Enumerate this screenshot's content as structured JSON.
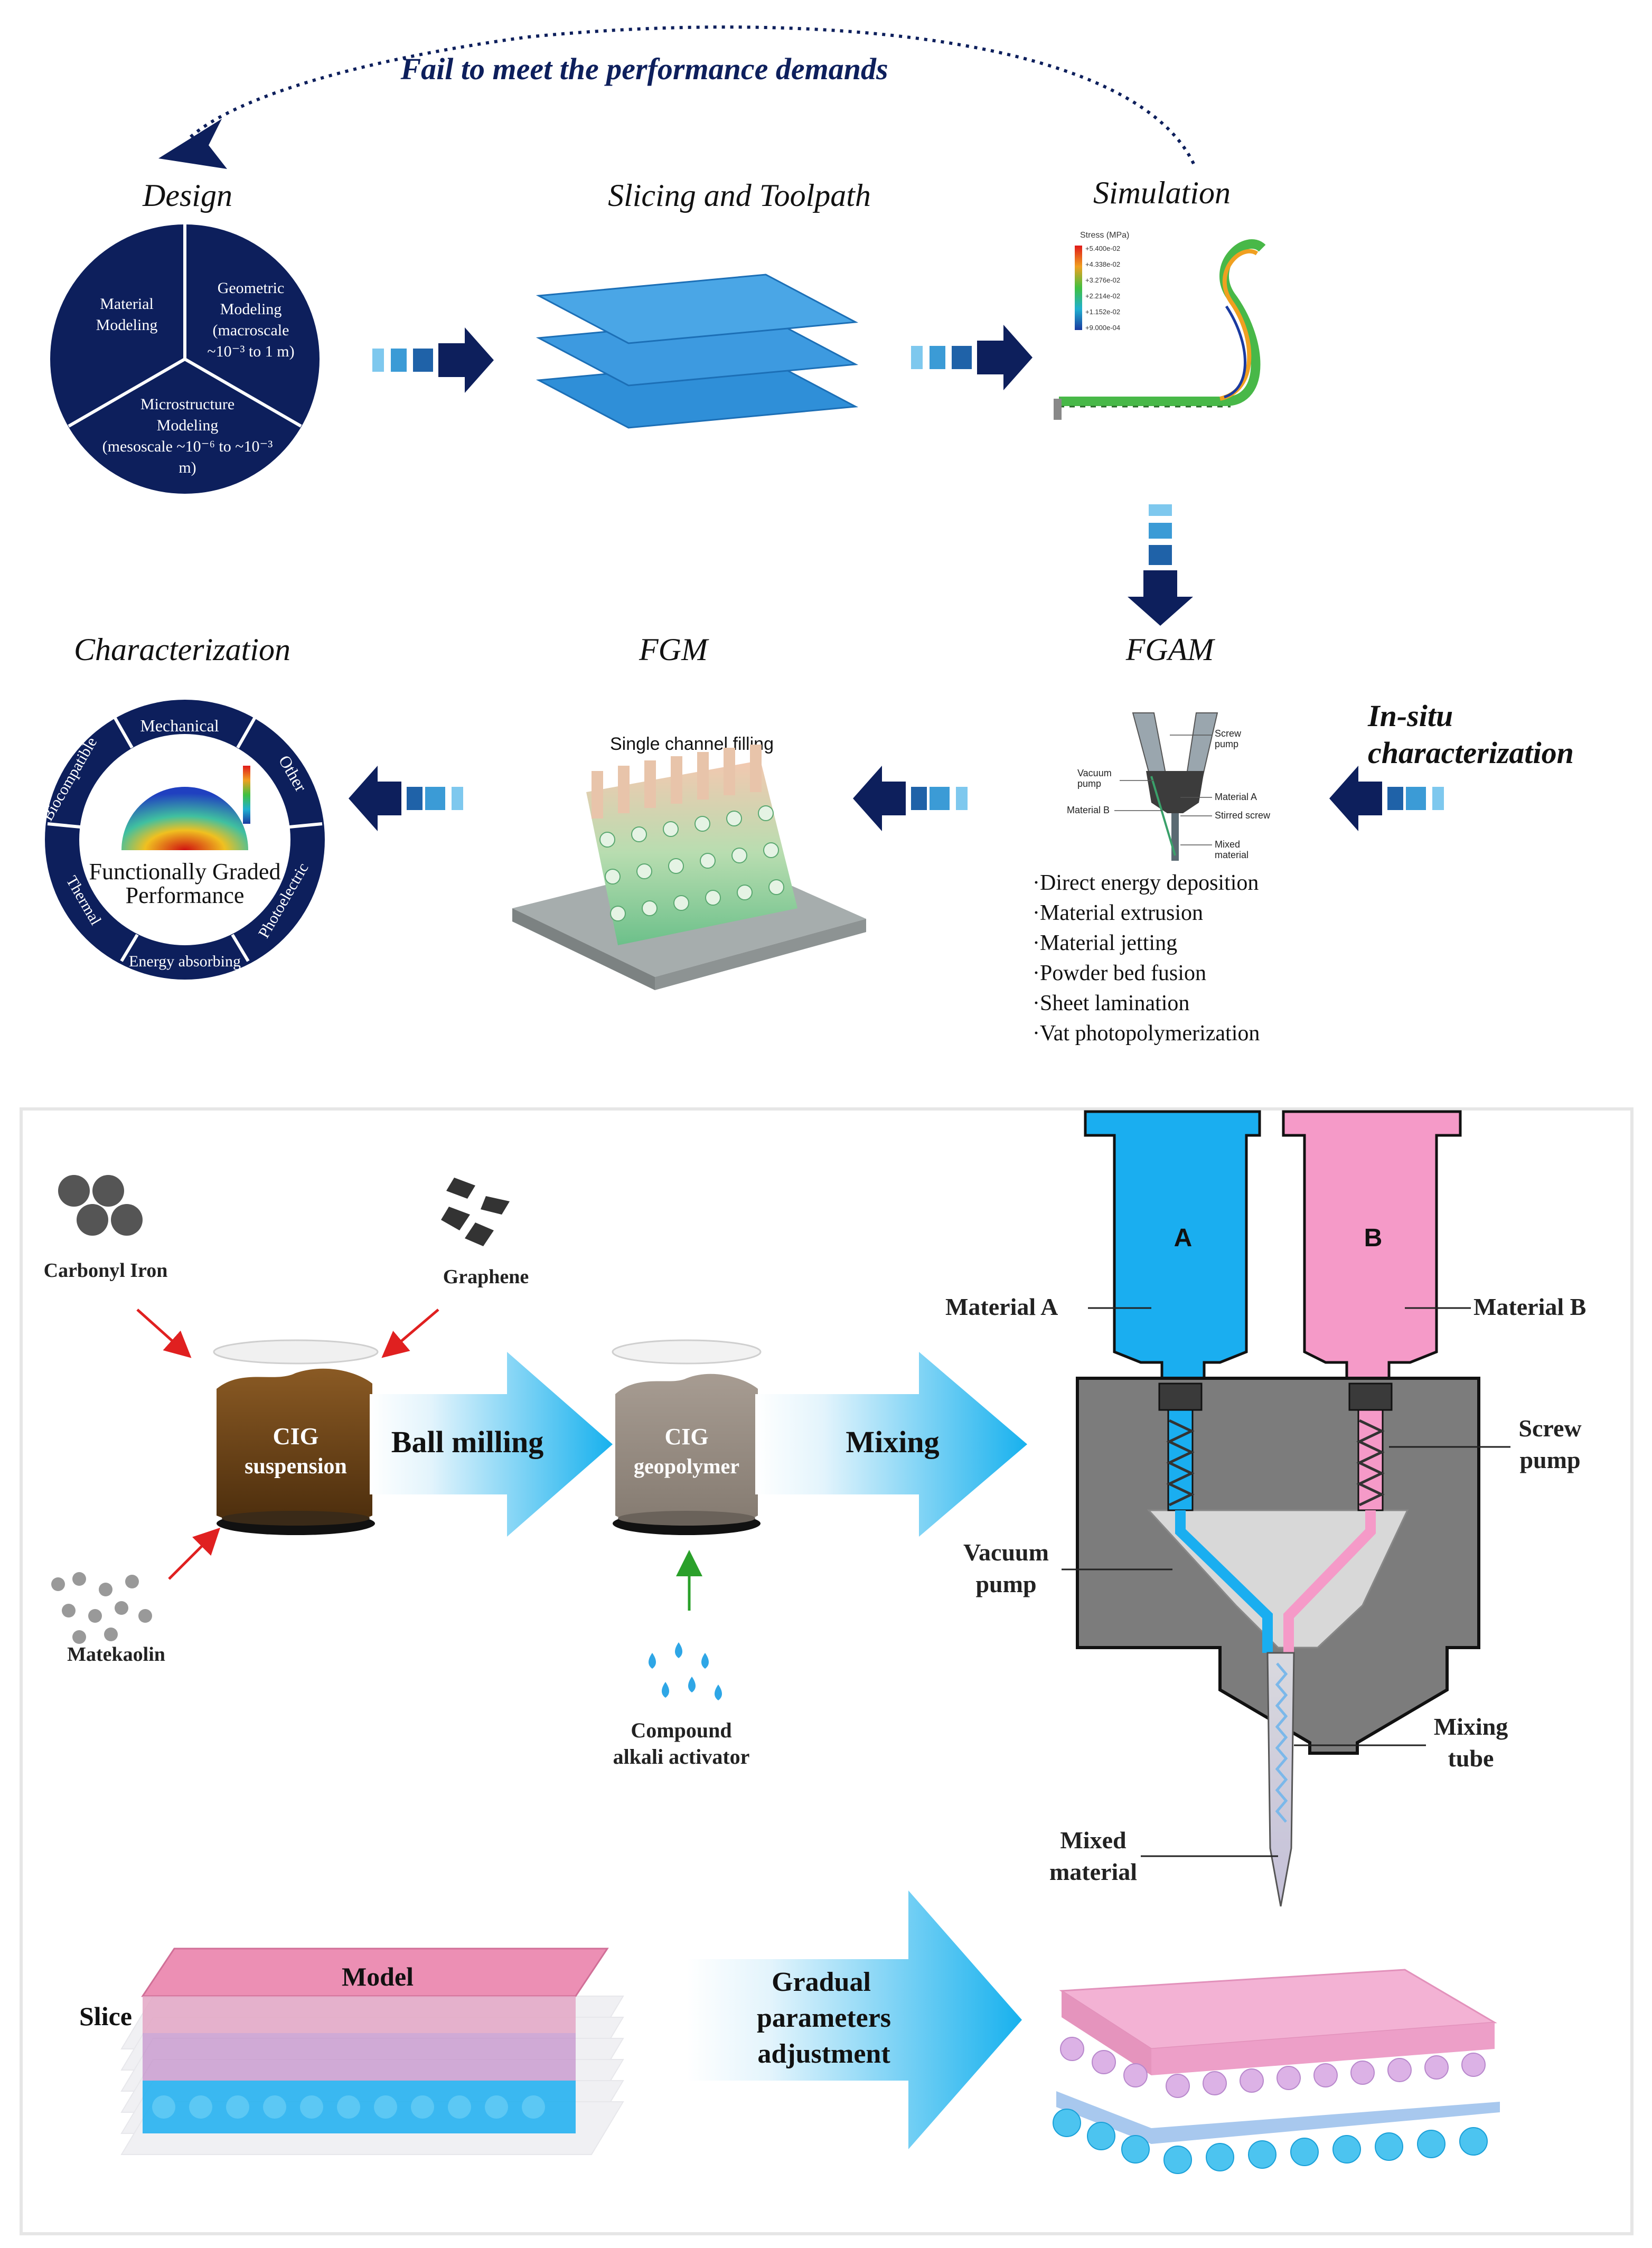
{
  "feedback_label": "Fail to meet the performance demands",
  "stages": {
    "design": "Design",
    "slicing": "Slicing and Toolpath",
    "simulation": "Simulation",
    "fgam": "FGAM",
    "fgm": "FGM",
    "characterization": "Characterization",
    "insitu_line1": "In-situ",
    "insitu_line2": "characterization"
  },
  "design_wheel": {
    "material": [
      "Material",
      "Modeling"
    ],
    "geometric": [
      "Geometric",
      "Modeling",
      "(macroscale",
      "~10⁻³ to 1 m)"
    ],
    "microstructure": [
      "Microstructure",
      "Modeling",
      "(mesoscale ~10⁻⁶ to ~10⁻³",
      "m)"
    ]
  },
  "simulation_legend": {
    "title": "Stress (MPa)",
    "values": [
      "+5.400e-02",
      "+4.338e-02",
      "+3.276e-02",
      "+2.214e-02",
      "+1.152e-02",
      "+9.000e-04"
    ]
  },
  "nozzle_small": {
    "screw_pump": [
      "Screw",
      "pump"
    ],
    "vacuum_pump": [
      "Vacuum",
      "pump"
    ],
    "material_a": "Material A",
    "material_b": "Material B",
    "stirred_screw": "Stirred screw",
    "mixed_material": [
      "Mixed",
      "material"
    ]
  },
  "fgam_methods": [
    "·Direct energy deposition",
    "·Material extrusion",
    "·Material jetting",
    "·Powder bed fusion",
    "·Sheet lamination",
    "·Vat photopolymerization"
  ],
  "fgm_label": "Single channel filling",
  "characterization_wheel": {
    "center": [
      "Functionally Graded",
      "Performance"
    ],
    "segments": [
      "Mechanical",
      "Other",
      "Photoelectric",
      "Energy absorbing",
      "Thermal",
      "Biocompatible"
    ]
  },
  "process": {
    "carbonyl_iron": "Carbonyl Iron",
    "graphene": "Graphene",
    "matekaolin": "Matekaolin",
    "cig_suspension": [
      "CIG",
      "suspension"
    ],
    "ball_milling": "Ball milling",
    "cig_geopolymer": [
      "CIG",
      "geopolymer"
    ],
    "mixing": "Mixing",
    "activator": [
      "Compound",
      "alkali activator"
    ]
  },
  "printer": {
    "a": "A",
    "b": "B",
    "material_a": "Material A",
    "material_b": "Material B",
    "screw_pump": [
      "Screw",
      "pump"
    ],
    "vacuum_pump": [
      "Vacuum",
      "pump"
    ],
    "mixing_tube": [
      "Mixing",
      "tube"
    ],
    "mixed_material": [
      "Mixed",
      "material"
    ]
  },
  "bottom": {
    "slice": "Slice",
    "model": "Model",
    "gradual": [
      "Gradual",
      "parameters",
      "adjustment"
    ]
  },
  "colors": {
    "navy": "#0d1f5c",
    "blue_sheet": "#2f8fd8",
    "cyan": "#1aaef0",
    "pink": "#f59ac8",
    "arrow_gradient_start": "#e6f6fd",
    "arrow_gradient_end": "#18b2ee"
  }
}
